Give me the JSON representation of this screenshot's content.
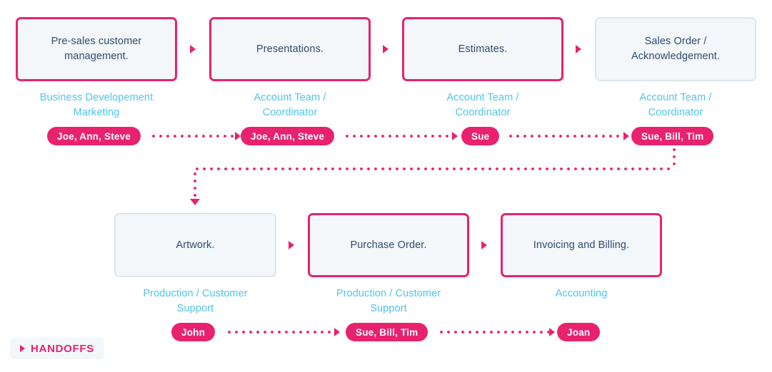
{
  "diagram": {
    "accent_color": "#e8226f",
    "role_color": "#4ec4ea",
    "node_text_color": "#2f4a6d",
    "node_fill_color": "#f3f7fa",
    "plain_border_color": "#dde6ed"
  },
  "rows": [
    {
      "nodes": [
        {
          "label": "Pre-sales customer\nmanagement.",
          "role": "Business Developement\nMarketing",
          "people": "Joe, Ann, Steve",
          "highlighted": true
        },
        {
          "label": "Presentations.",
          "role": "Account Team /\nCoordinator",
          "people": "Joe, Ann, Steve",
          "highlighted": true
        },
        {
          "label": "Estimates.",
          "role": "Account Team /\nCoordinator",
          "people": "Sue",
          "highlighted": true
        },
        {
          "label": "Sales Order /\nAcknowledgement.",
          "role": "Account Team /\nCoordinator",
          "people": "Sue, Bill, Tim",
          "highlighted": false
        }
      ]
    },
    {
      "nodes": [
        {
          "label": "Artwork.",
          "role": "Production / Customer\nSupport",
          "people": "John",
          "highlighted": false
        },
        {
          "label": "Purchase Order.",
          "role": "Production / Customer\nSupport",
          "people": "Sue, Bill, Tim",
          "highlighted": true
        },
        {
          "label": "Invoicing and Billing.",
          "role": "Accounting",
          "people": "Joan",
          "highlighted": true
        }
      ]
    }
  ],
  "legend": {
    "label": "HANDOFFS",
    "marker": "triangle-right-icon"
  }
}
